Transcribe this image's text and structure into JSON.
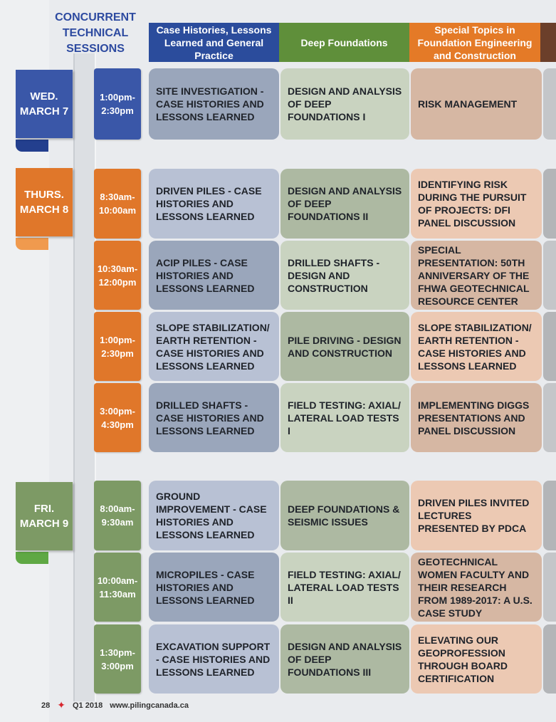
{
  "title": "CONCURRENT TECHNICAL SESSIONS",
  "columns": [
    {
      "label": "Case Histories, Lessons Learned and General Practice",
      "color": "#2b4c9c"
    },
    {
      "label": "Deep Foundations",
      "color": "#5f8f3a"
    },
    {
      "label": "Special Topics in Foundation Engineering and Construction",
      "color": "#e47a27"
    },
    {
      "label": "",
      "color": "#6b3f2a"
    }
  ],
  "days": [
    {
      "label": "WED. MARCH 7",
      "color": "#3a57a8"
    },
    {
      "label": "THURS. MARCH 8",
      "color": "#e0772a"
    },
    {
      "label": "FRI. MARCH 9",
      "color": "#7d9a65"
    }
  ],
  "sessions": [
    {
      "time": "1:00pm-2:30pm",
      "c1": "SITE INVESTIGATION - CASE HISTORIES AND LESSONS LEARNED",
      "c2": "DESIGN AND ANALYSIS OF DEEP FOUNDATIONS I",
      "c3": "RISK MANAGEMENT"
    },
    {
      "time": "8:30am-10:00am",
      "c1": "DRIVEN PILES - CASE HISTORIES AND LESSONS LEARNED",
      "c2": "DESIGN AND ANALYSIS OF DEEP FOUNDATIONS II",
      "c3": "IDENTIFYING RISK DURING THE PURSUIT OF PROJECTS: DFI PANEL DISCUSSION"
    },
    {
      "time": "10:30am-12:00pm",
      "c1": "ACIP PILES - CASE HISTORIES AND LESSONS LEARNED",
      "c2": "DRILLED SHAFTS - DESIGN AND CONSTRUCTION",
      "c3": "SPECIAL PRESENTATION: 50TH ANNIVERSARY OF THE FHWA GEOTECHNICAL RESOURCE CENTER"
    },
    {
      "time": "1:00pm-2:30pm",
      "c1": "SLOPE STABILIZATION/ EARTH RETENTION - CASE HISTORIES AND LESSONS LEARNED",
      "c2": "PILE DRIVING - DESIGN AND CONSTRUCTION",
      "c3": "SLOPE STABILIZATION/ EARTH RETENTION - CASE HISTORIES AND LESSONS LEARNED"
    },
    {
      "time": "3:00pm-4:30pm",
      "c1": "DRILLED SHAFTS - CASE HISTORIES AND LESSONS LEARNED",
      "c2": "FIELD TESTING: AXIAL/ LATERAL LOAD TESTS I",
      "c3": "IMPLEMENTING DIGGS PRESENTATIONS AND PANEL DISCUSSION"
    },
    {
      "time": "8:00am-9:30am",
      "c1": "GROUND IMPROVEMENT - CASE HISTORIES AND LESSONS LEARNED",
      "c2": "DEEP FOUNDATIONS & SEISMIC ISSUES",
      "c3": "DRIVEN PILES INVITED LECTURES PRESENTED BY PDCA"
    },
    {
      "time": "10:00am-11:30am",
      "c1": "MICROPILES - CASE HISTORIES AND LESSONS LEARNED",
      "c2": "FIELD TESTING: AXIAL/ LATERAL LOAD TESTS II",
      "c3": "GEOTECHNICAL WOMEN FACULTY AND THEIR RESEARCH FROM 1989-2017: A U.S. CASE STUDY"
    },
    {
      "time": "1:30pm-3:00pm",
      "c1": "EXCAVATION SUPPORT - CASE HISTORIES AND LESSONS LEARNED",
      "c2": "DESIGN AND ANALYSIS OF DEEP FOUNDATIONS III",
      "c3": "ELEVATING OUR GEOPROFESSION THROUGH BOARD CERTIFICATION"
    }
  ],
  "footer": {
    "page": "28",
    "issue": "Q1 2018",
    "url": "www.pilingcanada.ca"
  }
}
